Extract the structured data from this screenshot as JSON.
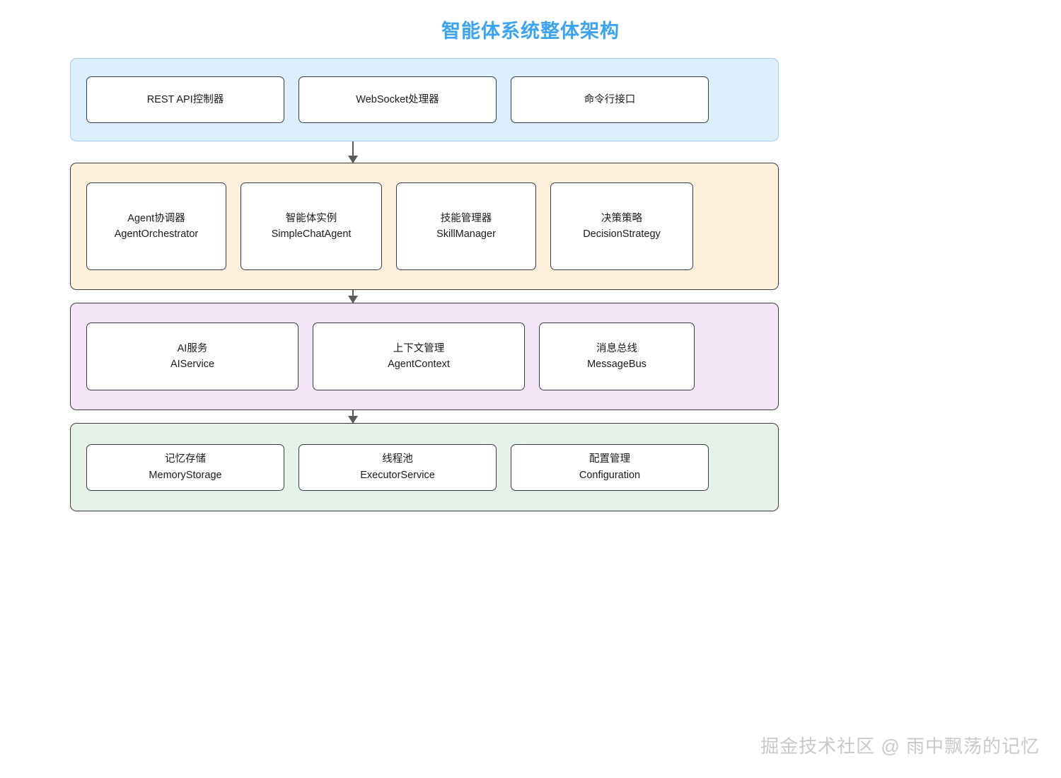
{
  "title": "智能体系统整体架构",
  "accent_color": "#3ba3f0",
  "layers": [
    {
      "id": "api-layer",
      "fill": "#ddeefb",
      "border": "#a8cdec",
      "nodes": [
        {
          "cn": "REST API控制器",
          "en": ""
        },
        {
          "cn": "WebSocket处理器",
          "en": ""
        },
        {
          "cn": "命令行接口",
          "en": ""
        }
      ]
    },
    {
      "id": "agent-layer",
      "fill": "#fdf0dc",
      "border": "#3c3c3c",
      "nodes": [
        {
          "cn": "Agent协调器",
          "en": "AgentOrchestrator"
        },
        {
          "cn": "智能体实例",
          "en": "SimpleChatAgent"
        },
        {
          "cn": "技能管理器",
          "en": "SkillManager"
        },
        {
          "cn": "决策策略",
          "en": "DecisionStrategy"
        }
      ]
    },
    {
      "id": "service-layer",
      "fill": "#f3e5f6",
      "border": "#3c3c3c",
      "nodes": [
        {
          "cn": "AI服务",
          "en": "AIService"
        },
        {
          "cn": "上下文管理",
          "en": "AgentContext"
        },
        {
          "cn": "消息总线",
          "en": "MessageBus"
        }
      ]
    },
    {
      "id": "infra-layer",
      "fill": "#e6f2e8",
      "border": "#3c3c3c",
      "nodes": [
        {
          "cn": "记忆存储",
          "en": "MemoryStorage"
        },
        {
          "cn": "线程池",
          "en": "ExecutorService"
        },
        {
          "cn": "配置管理",
          "en": "Configuration"
        }
      ]
    }
  ],
  "connectors": [
    {
      "from": "api-layer",
      "to": "agent-layer",
      "arrow": "down-arrow-icon"
    },
    {
      "from": "agent-layer",
      "to": "service-layer",
      "arrow": "down-arrow-icon"
    },
    {
      "from": "service-layer",
      "to": "infra-layer",
      "arrow": "down-arrow-icon"
    }
  ],
  "watermark": "掘金技术社区 @ 雨中飘荡的记忆"
}
